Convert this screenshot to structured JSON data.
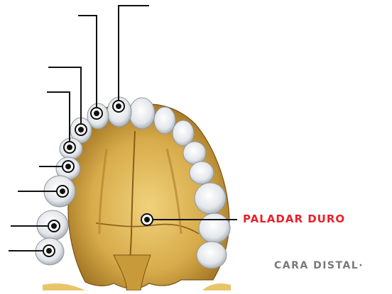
{
  "labels": {
    "hard_palate": "PALADAR DURO",
    "distal_face": "CARA DISTAL·"
  },
  "colors": {
    "hard_palate_label": "#e8202a",
    "distal_label": "#7a7a7a",
    "bone_light": "#e9c56a",
    "bone_mid": "#c99a3a",
    "bone_dark": "#7a5314",
    "tooth": "#eef0f2",
    "tooth_shade": "#a8b0b8",
    "leader": "#111111"
  },
  "markers": [
    "marker-1",
    "marker-2",
    "marker-3",
    "marker-4",
    "marker-5",
    "marker-6",
    "marker-7",
    "marker-8",
    "marker-9"
  ]
}
